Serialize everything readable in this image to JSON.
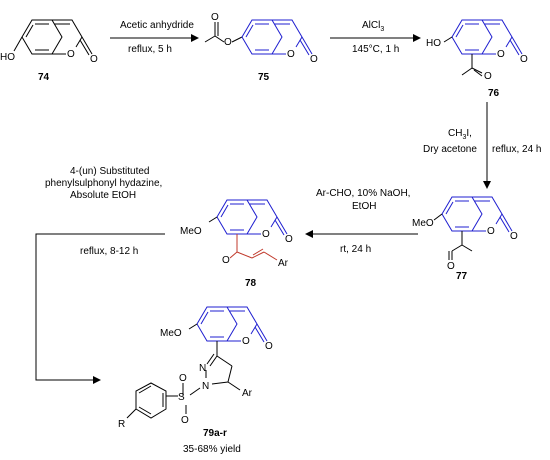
{
  "colors": {
    "core_ring": "#1f1fd0",
    "enone": "#c0392b",
    "text": "#000000"
  },
  "compounds": {
    "c74": {
      "label": "74",
      "atoms": {
        "oh": "HO",
        "o_ring": "O",
        "o_keto": "O"
      }
    },
    "c75": {
      "label": "75",
      "atoms": {
        "o_ester": "O",
        "o_carbonyl": "O",
        "o_ring": "O",
        "o_keto": "O"
      }
    },
    "c76": {
      "label": "76",
      "atoms": {
        "oh": "HO",
        "o_ring": "O",
        "o_keto": "O",
        "o_acetyl": "O"
      }
    },
    "c77": {
      "label": "77",
      "atoms": {
        "ome": "MeO",
        "o_ring": "O",
        "o_keto": "O",
        "o_acetyl": "O"
      }
    },
    "c78": {
      "label": "78",
      "atoms": {
        "ome": "MeO",
        "o_ring": "O",
        "o_keto": "O",
        "o_enone": "O",
        "ar": "Ar"
      }
    },
    "c79": {
      "label": "79a-r",
      "yield": "35-68% yield",
      "atoms": {
        "ome": "MeO",
        "o_ring": "O",
        "o_keto": "O",
        "n1": "N",
        "n2": "N",
        "s": "S",
        "o_s1": "O",
        "o_s2": "O",
        "ar": "Ar",
        "r": "R"
      }
    }
  },
  "steps": {
    "s1": {
      "top": "Acetic anhydride",
      "bottom": "reflux, 5 h"
    },
    "s2": {
      "top": "AlCl",
      "top_sub": "3",
      "bottom": "145°C, 1 h"
    },
    "s3": {
      "left1_a": "CH",
      "left1_sub": "3",
      "left1_b": "I,",
      "left2": "Dry acetone",
      "right": "reflux, 24 h"
    },
    "s4": {
      "top1": "Ar-CHO, 10% NaOH,",
      "top2": "EtOH",
      "bottom": "rt, 24 h"
    },
    "s5": {
      "line1": "4-(un) Substituted",
      "line2": "phenylsulphonyl hydazine,",
      "line3": "Absolute EtOH",
      "line4": "reflux, 8-12 h"
    }
  }
}
